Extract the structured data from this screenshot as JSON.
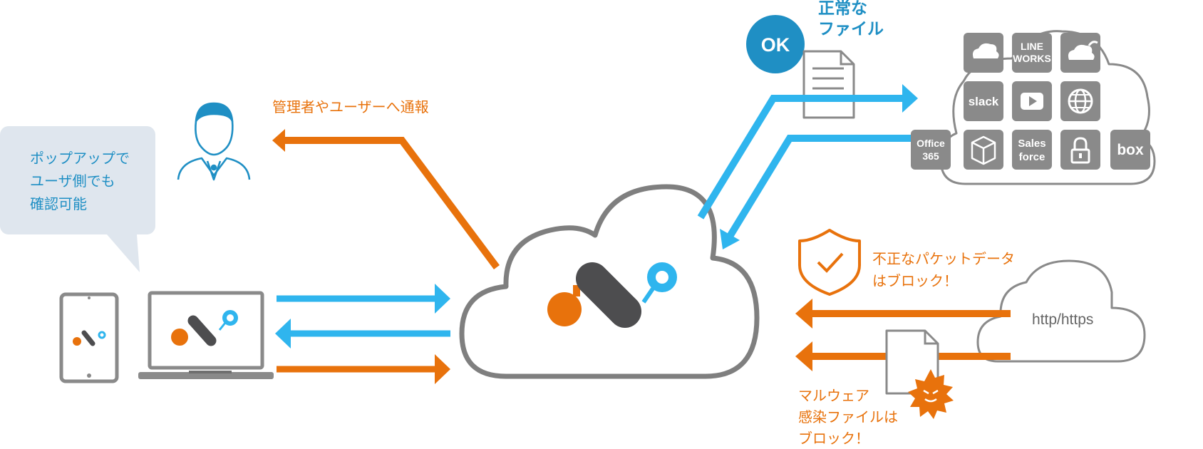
{
  "colors": {
    "orange": "#e8720c",
    "blue": "#2fb5ee",
    "teal": "#1f8fc4",
    "gray": "#8a8a8a",
    "dark": "#4d4d4f"
  },
  "bubble": {
    "lines": [
      "ポップアップで",
      "ユーザ側でも",
      "確認可能"
    ]
  },
  "admin_notice": "管理者やユーザーへ通報",
  "ok_badge": "OK",
  "normal_file": {
    "lines": [
      "正常な",
      "ファイル"
    ]
  },
  "services": {
    "line_works": [
      "LINE",
      "WORKS"
    ],
    "slack": "slack",
    "office365": [
      "Office",
      "365"
    ],
    "salesforce": [
      "Sales",
      "force"
    ],
    "box": "box"
  },
  "block_packet": {
    "lines": [
      "不正なパケットデータ",
      "はブロック！"
    ]
  },
  "web": "http/https",
  "malware": {
    "lines": [
      "マルウェア",
      "感染ファイルは",
      "ブロック！"
    ]
  }
}
